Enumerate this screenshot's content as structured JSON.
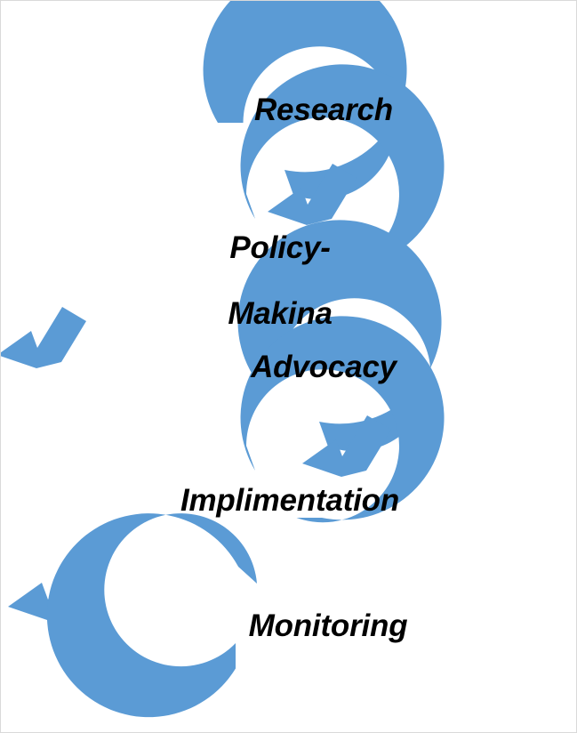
{
  "diagram": {
    "title": "Policy Cycle Process Diagram",
    "type": "cyclical-process-flow",
    "background_color": "#ffffff",
    "arc_color": "#5B9BD5",
    "label_color": "#000000",
    "border_color": "#d9d9d9",
    "stage_count": 5,
    "stages": [
      {
        "order": 1,
        "label": "Research",
        "icon": "circular-arrow-icon",
        "arrow_direction": "down-left",
        "terminal": false
      },
      {
        "order": 2,
        "label_line_1": "Policy-",
        "label_line_2": "Makina",
        "label": "Policy-\nMakina",
        "icon": "circular-arrow-icon",
        "arrow_direction": "down-right",
        "terminal": false
      },
      {
        "order": 3,
        "label": "Advocacy",
        "icon": "circular-arrow-icon",
        "arrow_direction": "down-left",
        "terminal": false
      },
      {
        "order": 4,
        "label": "Implimentation",
        "icon": "circular-arrow-icon",
        "arrow_direction": "down-right",
        "terminal": false
      },
      {
        "order": 5,
        "label": "Monitoring",
        "icon": "open-ring-icon",
        "arrow_direction": "none",
        "terminal": true
      }
    ]
  }
}
